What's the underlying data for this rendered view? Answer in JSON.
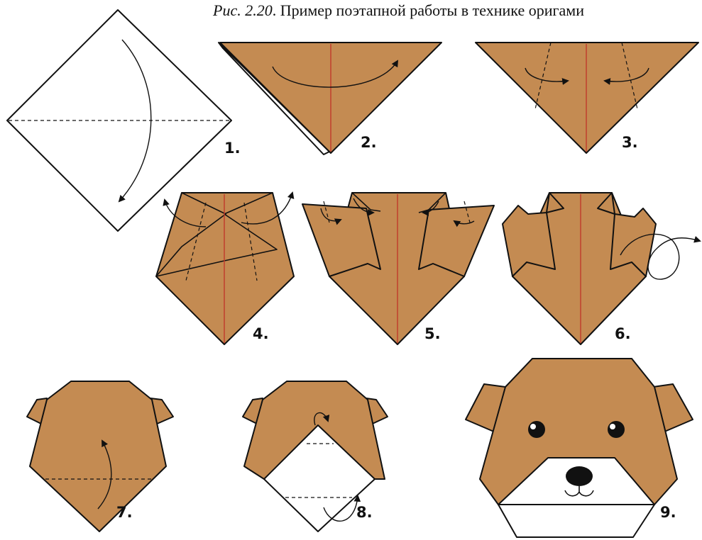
{
  "caption": {
    "figure_label": "Рис. 2.20",
    "text": ". Пример поэтапной работы в технике оригами"
  },
  "steps": [
    {
      "number": "1."
    },
    {
      "number": "2."
    },
    {
      "number": "3."
    },
    {
      "number": "4."
    },
    {
      "number": "5."
    },
    {
      "number": "6."
    },
    {
      "number": "7."
    },
    {
      "number": "8."
    },
    {
      "number": "9."
    }
  ],
  "colors": {
    "paper": "#c48b52",
    "outline": "#111111",
    "center_crease": "#c0392b",
    "paper_back": "#ffffff"
  },
  "icons": [
    "fold-arrow",
    "turn-over-arrow"
  ]
}
